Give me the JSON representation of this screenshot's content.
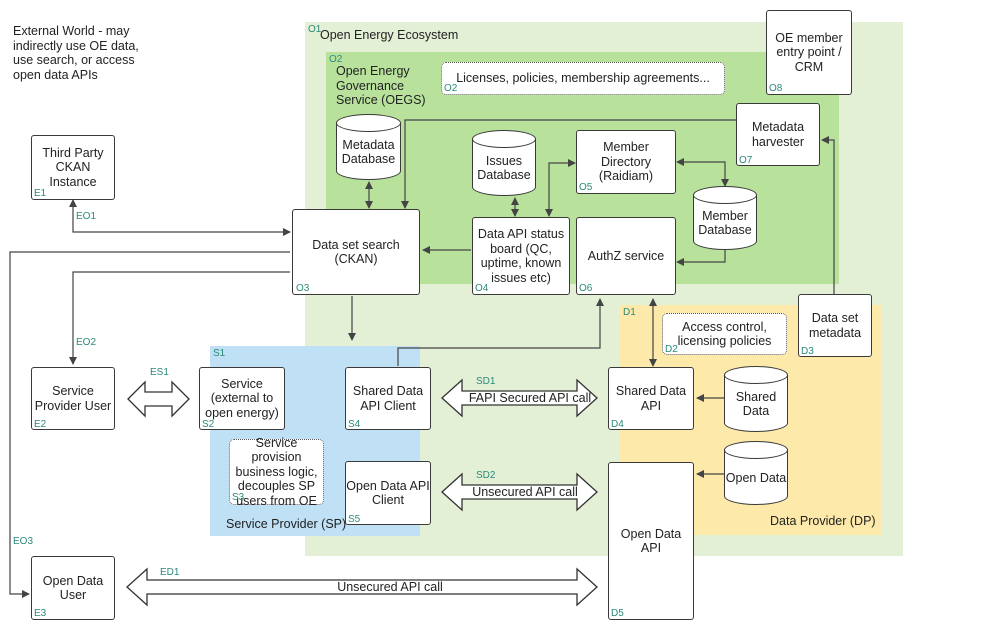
{
  "external_world": {
    "text": "External World - may\nindirectly use OE data,\nuse search, or access\nopen data APIs"
  },
  "regions": {
    "o1": {
      "code": "O1",
      "label": "Open Energy Ecosystem",
      "color": "#e3f0d6"
    },
    "o2": {
      "code": "O2",
      "label": "Open Energy\nGovernance\nService (OEGS)",
      "color": "#b8e29c"
    },
    "s1": {
      "code": "S1",
      "label": "Service Provider (SP)",
      "color": "#bfe0f5"
    },
    "d1": {
      "code": "D1",
      "label": "Data Provider (DP)",
      "color": "#fde9a9"
    }
  },
  "notes": {
    "o2_note": {
      "text": "Licenses, policies, membership agreements...",
      "code": "O2"
    },
    "s3": {
      "text": "Service provision\nbusiness logic,\ndecouples SP\nusers from OE",
      "code": "S3"
    },
    "d2": {
      "text": "Access control,\nlicensing policies",
      "code": "D2"
    }
  },
  "boxes": {
    "e1": {
      "text": "Third Party\nCKAN\nInstance",
      "code": "E1"
    },
    "o8": {
      "text": "OE member\nentry point  /\nCRM",
      "code": "O8"
    },
    "o7": {
      "text": "Metadata\nharvester",
      "code": "O7"
    },
    "o5": {
      "text": "Member\nDirectory\n(Raidiam)",
      "code": "O5"
    },
    "o3": {
      "text": "Data set search\n(CKAN)",
      "code": "O3"
    },
    "o4": {
      "text": "Data API status\nboard (QC,\nuptime, known\nissues etc)",
      "code": "O4"
    },
    "o6": {
      "text": "AuthZ service",
      "code": "O6"
    },
    "d3": {
      "text": "Data set\nmetadata",
      "code": "D3"
    },
    "e2": {
      "text": "Service\nProvider User",
      "code": "E2"
    },
    "s2": {
      "text": "Service\n(external to\nopen energy)",
      "code": "S2"
    },
    "s4": {
      "text": "Shared Data\nAPI Client",
      "code": "S4"
    },
    "d4": {
      "text": "Shared Data\nAPI",
      "code": "D4"
    },
    "s5": {
      "text": "Open Data API\nClient",
      "code": "S5"
    },
    "d5": {
      "text": "Open Data\nAPI",
      "code": "D5"
    },
    "e3": {
      "text": "Open Data\nUser",
      "code": "E3"
    }
  },
  "databases": {
    "metadata_db": "Metadata\nDatabase",
    "issues_db": "Issues\nDatabase",
    "member_db": "Member\nDatabase",
    "shared_data": "Shared\nData",
    "open_data": "Open Data"
  },
  "connections": {
    "eo1": "EO1",
    "eo2": "EO2",
    "eo3": "EO3",
    "es1": "ES1",
    "sd1": "SD1",
    "sd2": "SD2",
    "ed1": "ED1",
    "sd1_text": "FAPI Secured API call",
    "sd2_text": "Unsecured API call",
    "ed1_text": "Unsecured API call"
  }
}
